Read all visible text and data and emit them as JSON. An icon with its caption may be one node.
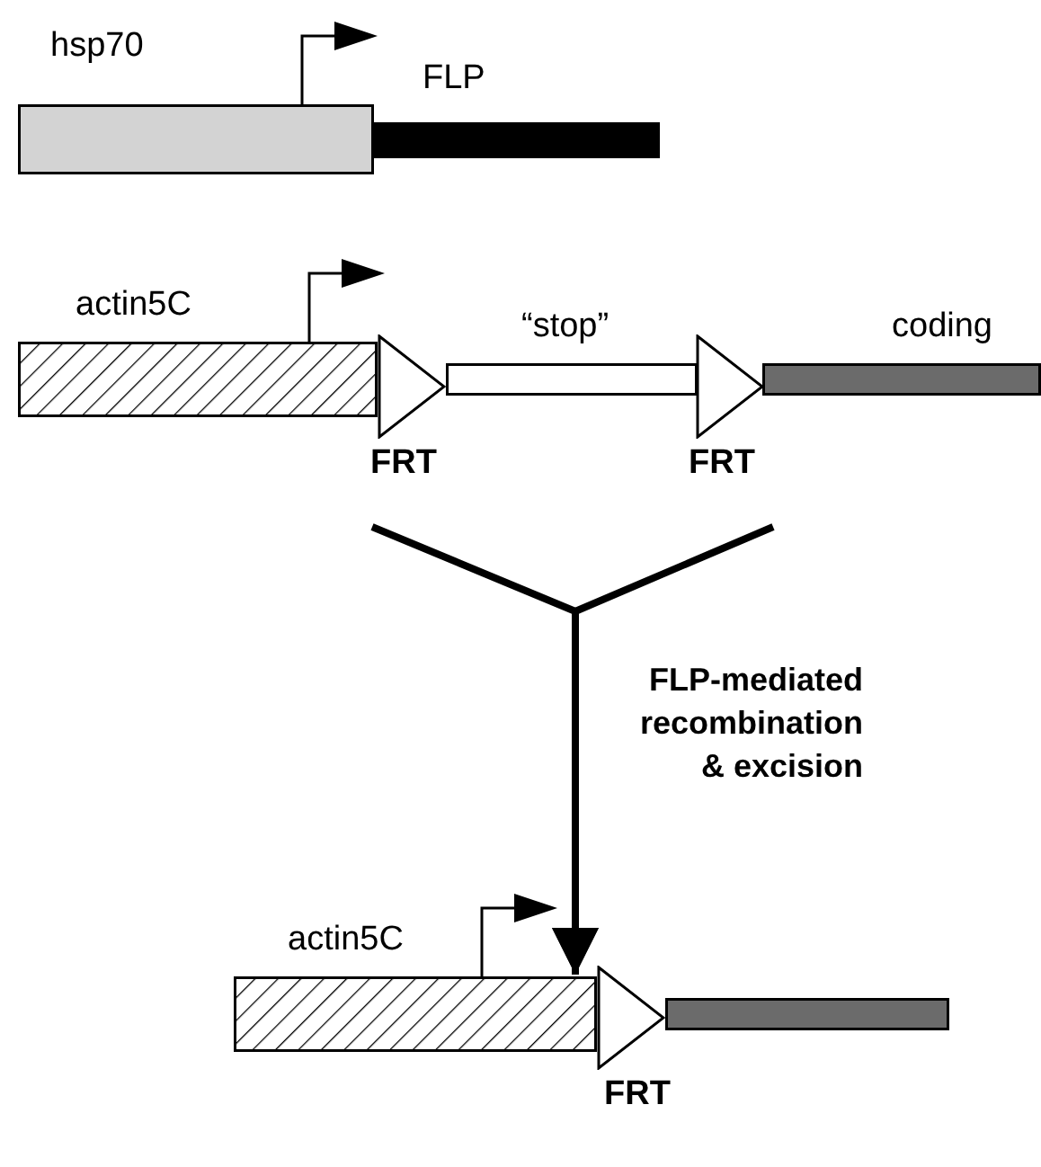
{
  "diagram": {
    "nodes": [
      {
        "text": [
          "hsp70"
        ]
      },
      {
        "text": [
          "FLP"
        ]
      },
      {
        "text": [
          "actin5C"
        ]
      },
      {
        "text": [
          "FRT"
        ]
      },
      {
        "text": [
          "“stop”"
        ]
      },
      {
        "text": [
          "FRT"
        ]
      },
      {
        "text": [
          "coding"
        ]
      },
      {
        "text": [
          "actin5C"
        ]
      },
      {
        "text": [
          "FRT"
        ]
      },
      {
        "text": [],
        "shape": "bar"
      }
    ],
    "edges": [
      {
        "from": null,
        "to": 7,
        "arrow": "to",
        "label": "FLP-mediated recombination & excision"
      },
      {
        "from": null,
        "to": 7,
        "arrow": "to"
      }
    ]
  }
}
